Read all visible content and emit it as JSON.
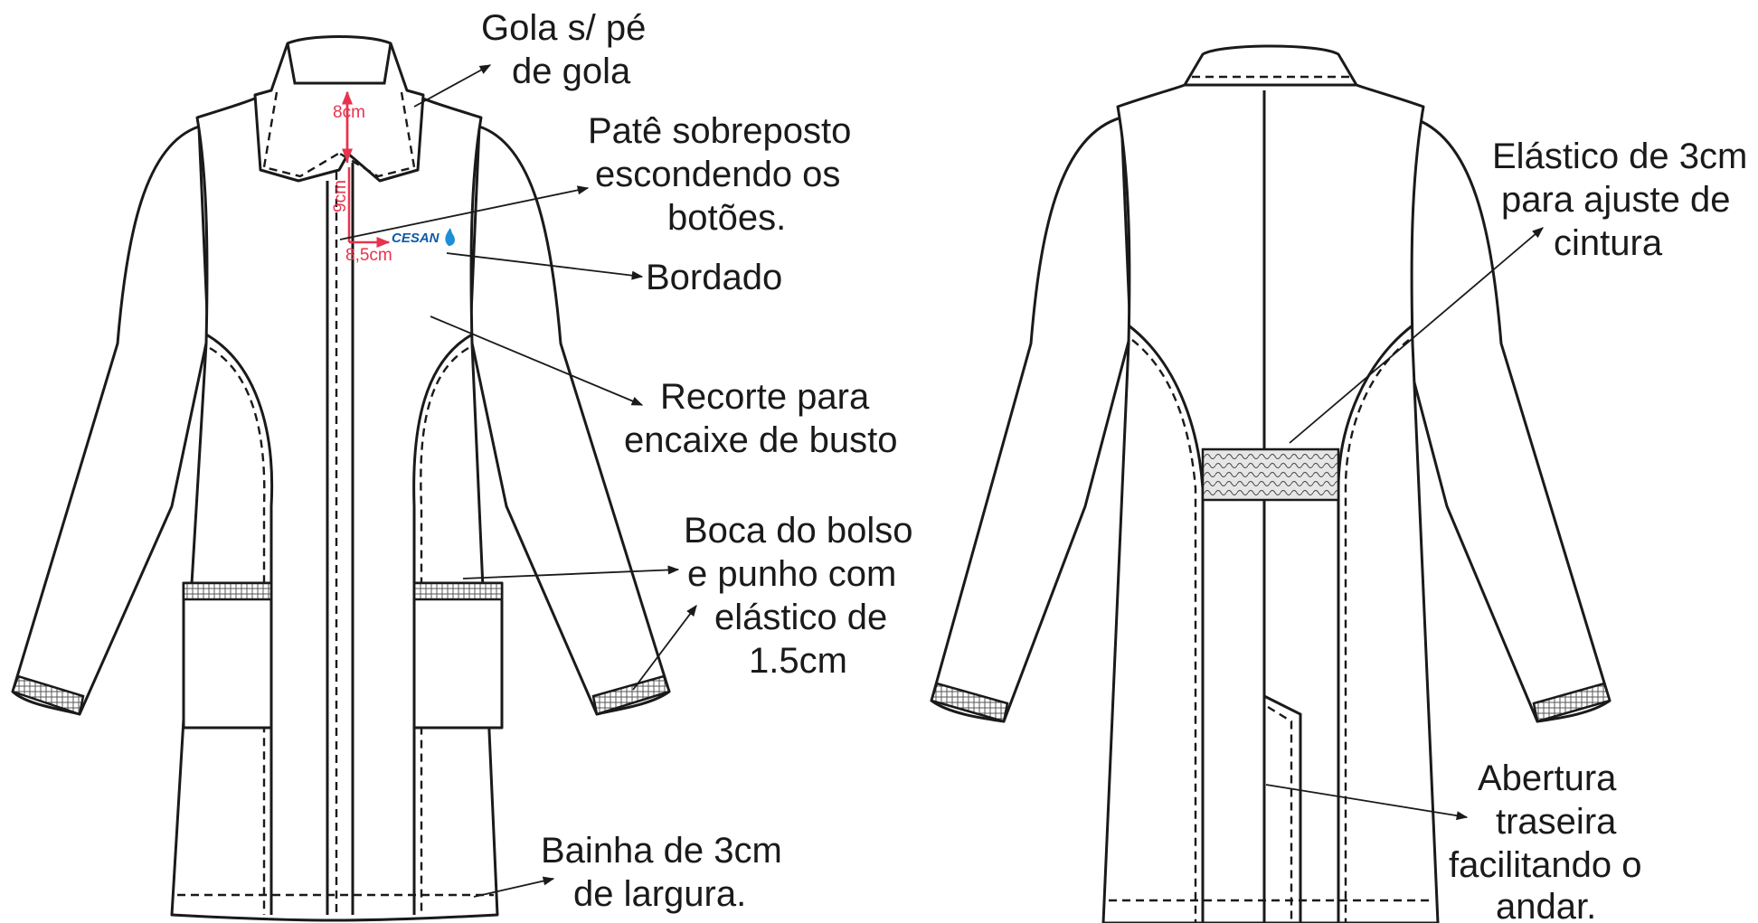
{
  "front_annotations": {
    "collar": [
      "Gola s/ pé",
      "de gola"
    ],
    "placket": [
      "Patê sobreposto",
      "escondendo os",
      "botões."
    ],
    "embroidery": [
      "Bordado"
    ],
    "bust_seam": [
      "Recorte para",
      "encaixe de busto"
    ],
    "pocket_cuff": [
      "Boca do bolso",
      "e punho com",
      "elástico de",
      "1.5cm"
    ],
    "hem": [
      "Bainha de 3cm",
      "de largura."
    ]
  },
  "back_annotations": {
    "waist_elastic": [
      "Elástico de 3cm",
      "para ajuste de",
      "cintura"
    ],
    "back_vent": [
      "Abertura",
      "traseira",
      "facilitando o",
      "andar."
    ]
  },
  "measurements": {
    "collar_height": "8cm",
    "logo_drop": "9cm",
    "logo_offset": "8,5cm"
  },
  "logo_text": "CESAN",
  "colors": {
    "outline": "#1a1a1a",
    "measure": "#e8334e",
    "logo": "#0f5aa8",
    "logo_flame": "#1e8fd6"
  }
}
